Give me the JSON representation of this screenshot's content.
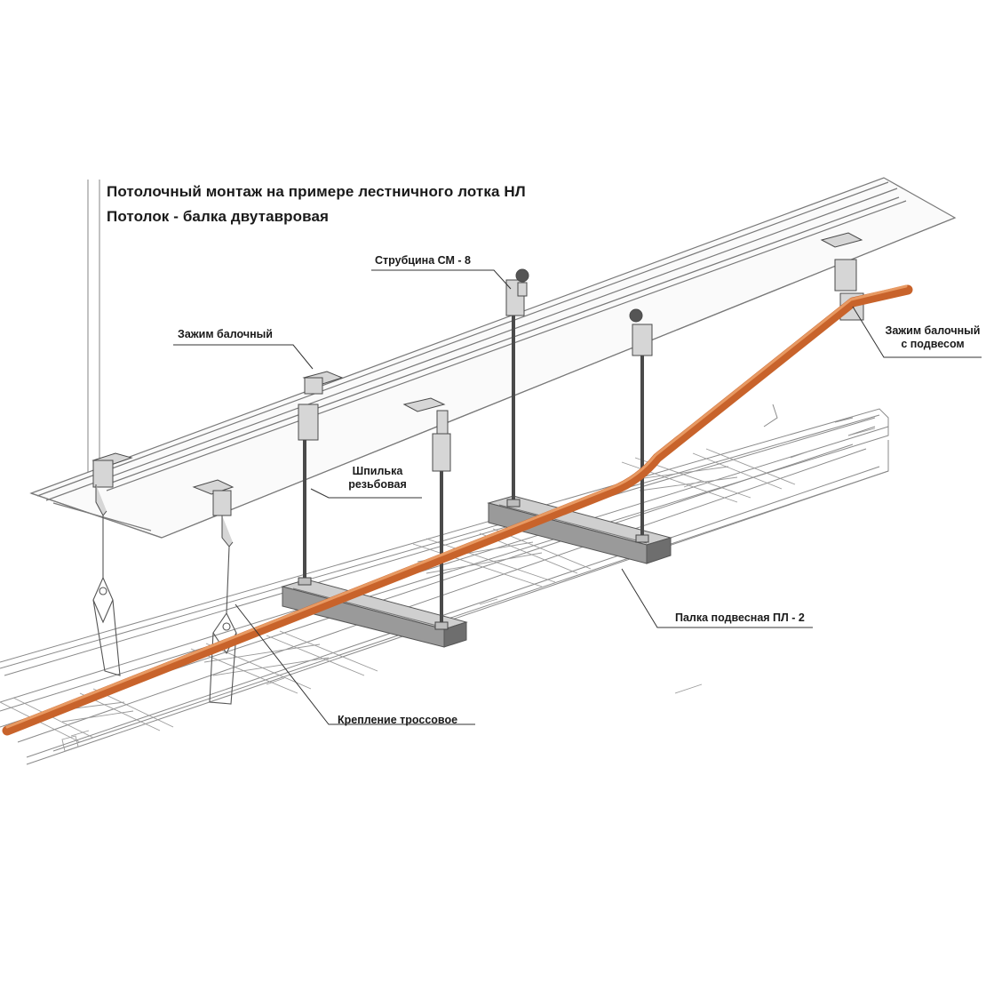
{
  "title": {
    "line1": "Потолочный монтаж на примере лестничного лотка НЛ",
    "line2": "Потолок - балка двутавровая"
  },
  "callouts": {
    "strubtsina": "Струбцина СМ - 8",
    "zazhim": "Зажим балочный",
    "zazhim_podves_1": "Зажим балочный",
    "zazhim_podves_2": "с подвесом",
    "shpilka_1": "Шпилька",
    "shpilka_2": "резьбовая",
    "palka": "Палка подвесная ПЛ - 2",
    "kreplenie": "Крепление троссовое"
  },
  "colors": {
    "cable": "#c8632b",
    "cable_highlight": "#e89a63",
    "metal": "#8a8a8a",
    "metal_light": "#c8c8c8",
    "metal_dark": "#4a4a4a",
    "line": "#6a6a6a"
  }
}
